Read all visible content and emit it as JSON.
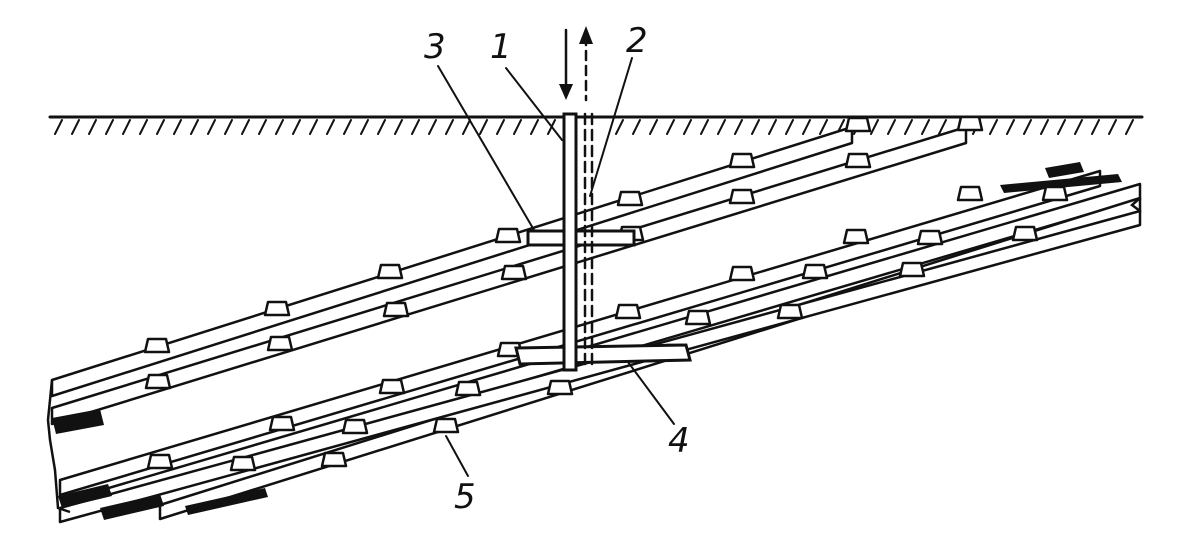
{
  "labels": {
    "shaft_main": "1",
    "shaft_vent": "2",
    "upper_crosscut": "3",
    "lower_crosscut": "4",
    "mine_car": "5"
  },
  "colors": {
    "ink": "#111111",
    "paper": "#ffffff"
  }
}
